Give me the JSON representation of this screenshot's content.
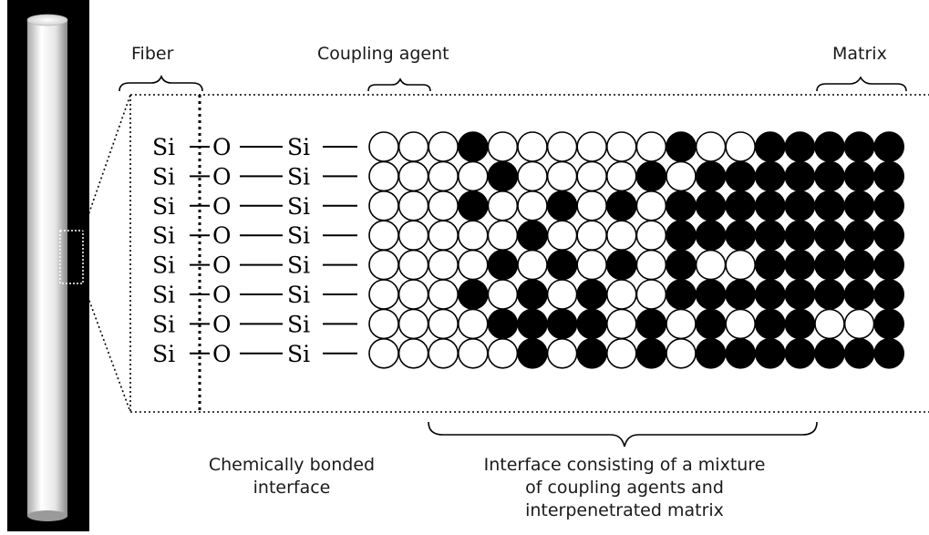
{
  "labels": {
    "fiber": "Fiber",
    "coupling_agent": "Coupling agent",
    "matrix": "Matrix"
  },
  "captions": {
    "chemically_bonded": [
      "Chemically bonded",
      "interface"
    ],
    "mixture": [
      "Interface consisting of a mixture",
      "of coupling agents and",
      "interpenetrated matrix"
    ]
  },
  "chemistry": {
    "si": "Si",
    "o": "O"
  },
  "grid_rows": [
    "ooobooooooboobbbbb",
    "ooooboooobobbbbbbb",
    "oooboobobobbbbbbbb",
    "oooooboooobbbbbbbb",
    "ooooboboboboobbbbb",
    "oooboboboobbbbbbbb",
    "oooobbbbobobobboob",
    "ooooobobobobbbbbbb"
  ],
  "colors": {
    "background": "#ffffff",
    "fiber_panel": "#000000",
    "filled_circle": "#000000",
    "empty_circle": "#ffffff"
  }
}
